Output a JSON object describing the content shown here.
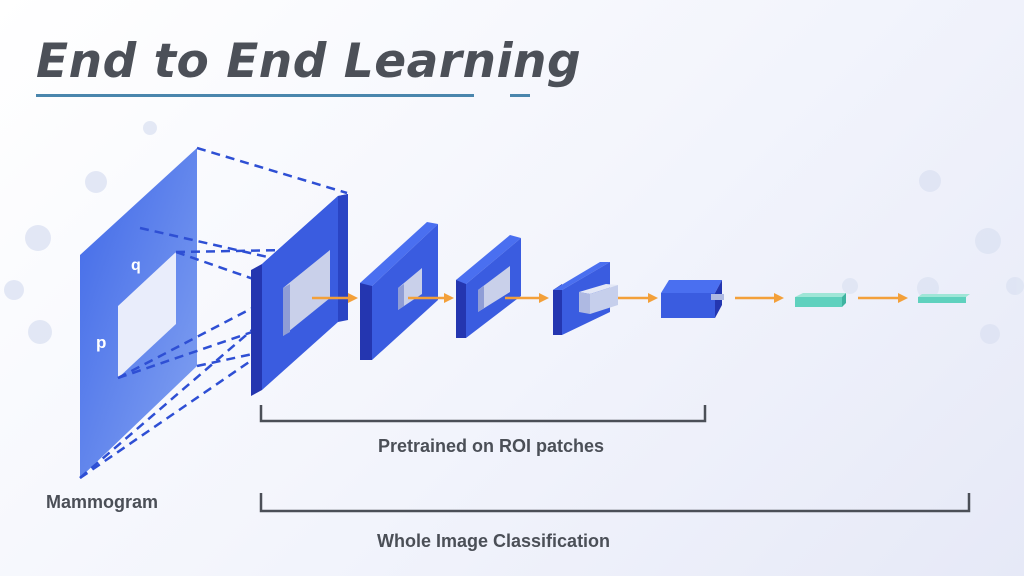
{
  "title": "End to End Learning",
  "labels": {
    "p": "p",
    "q": "q",
    "mammogram": "Mammogram",
    "pretrained": "Pretrained on ROI patches",
    "whole_image": "Whole Image Classification"
  },
  "colors": {
    "blue_light": "#4a78ec",
    "blue_mid": "#3a5ce0",
    "blue_dark": "#2436b0",
    "arrow": "#f3a03a",
    "teal": "#5fd1be",
    "bracket": "#4b4f57",
    "title_rule": "#4a86ad"
  }
}
